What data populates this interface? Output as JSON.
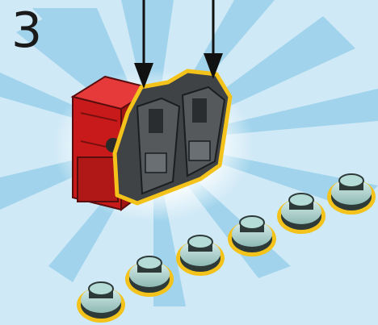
{
  "step": {
    "number": "3"
  },
  "scene": {
    "background": "#cfe9f6",
    "burst_color": "#8fcbe8",
    "highlight_color": "#f3c21b",
    "red_brick_color": "#c81a1a",
    "dark_part_color": "#3f4346",
    "stud_top_color": "#b6dcd8",
    "arrow_count": 2,
    "round_piece_count": 6
  },
  "icons": [
    "down-arrow-icon",
    "red-brick-icon",
    "dark-hinge-clip-icon",
    "round-plate-icon"
  ]
}
